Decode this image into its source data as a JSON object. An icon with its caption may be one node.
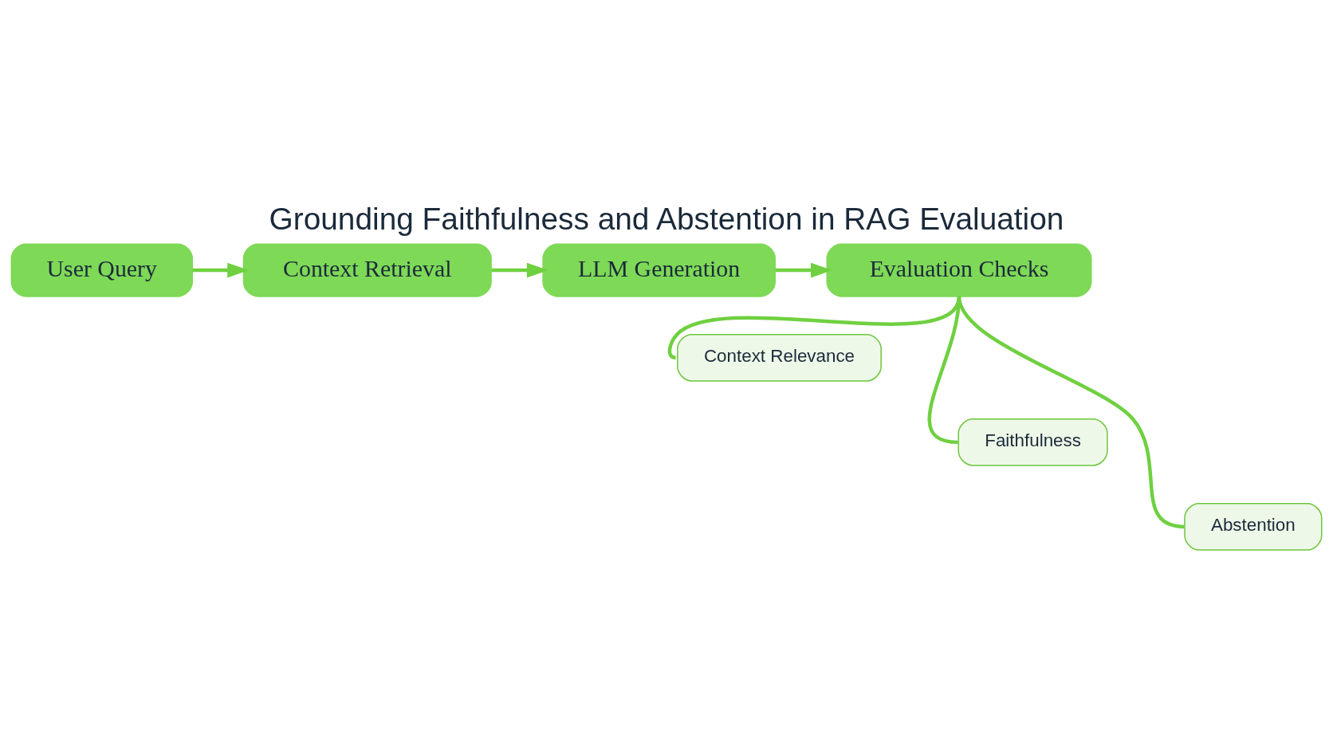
{
  "diagram": {
    "title": "Grounding Faithfulness and Abstention in RAG Evaluation",
    "nodes": [
      {
        "text": [
          "User Query"
        ]
      },
      {
        "text": [
          "Context Retrieval"
        ]
      },
      {
        "text": [
          "LLM Generation"
        ]
      },
      {
        "text": [
          "Evaluation Checks"
        ]
      },
      {
        "text": [
          "Context Relevance"
        ]
      },
      {
        "text": [
          "Faithfulness"
        ]
      },
      {
        "text": [
          "Abstention"
        ]
      }
    ],
    "edges": [
      {
        "from": 0,
        "to": 1,
        "arrow": "to"
      },
      {
        "from": 1,
        "to": 2,
        "arrow": "to"
      },
      {
        "from": 2,
        "to": 3,
        "arrow": "to"
      },
      {
        "from": 3,
        "to": 4,
        "arrow": "none"
      },
      {
        "from": 3,
        "to": 5,
        "arrow": "none"
      },
      {
        "from": 3,
        "to": 6,
        "arrow": "none"
      }
    ]
  }
}
